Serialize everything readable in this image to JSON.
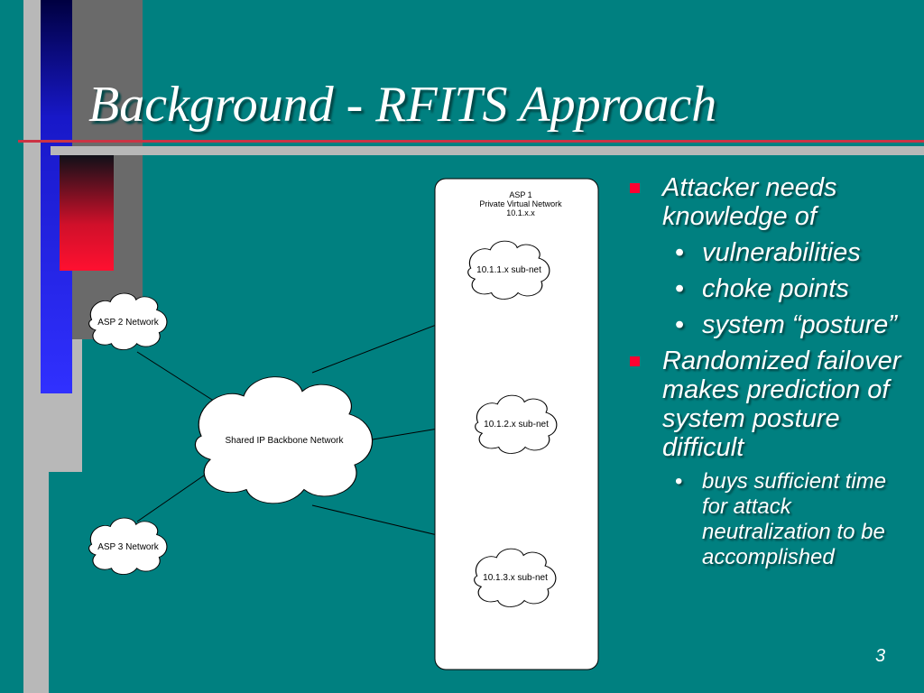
{
  "slide": {
    "title": "Background - RFITS Approach",
    "page_number": "3"
  },
  "colors": {
    "background": "#008080",
    "bullet_marker": "#ff0030",
    "accent_red": "#cc3344"
  },
  "diagram": {
    "asp1_header": [
      "ASP 1",
      "Private Virtual Network",
      "10.1.x.x"
    ],
    "subnet1": "10.1.1.x sub-net",
    "subnet2": "10.1.2.x sub-net",
    "subnet3": "10.1.3.x sub-net",
    "asp2": "ASP 2 Network",
    "asp3": "ASP 3 Network",
    "backbone": "Shared IP Backbone Network"
  },
  "bullets": {
    "b1": "Attacker needs knowledge of",
    "b1_sub1": "vulnerabilities",
    "b1_sub2": "choke points",
    "b1_sub3": "system “posture”",
    "b2": "Randomized failover makes prediction of system posture difficult",
    "b2_sub1": "buys sufficient time for attack neutralization to be accomplished"
  }
}
